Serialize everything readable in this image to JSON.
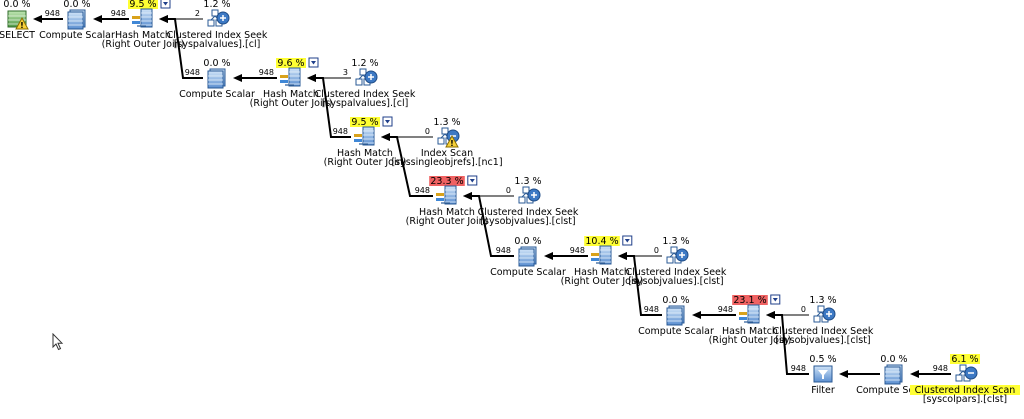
{
  "plan": {
    "colors": {
      "highlight_yellow": "#ffff33",
      "highlight_red": "#f06262",
      "arrow": "#000000",
      "icon_blue": "#2e6db4"
    },
    "nodes": [
      {
        "id": "select",
        "icon": "select-icon",
        "pct": "0.0 %",
        "hl": "none",
        "l1": "SELECT",
        "l2": "",
        "warn": true,
        "dropdown": false
      },
      {
        "id": "cs1",
        "icon": "compute-scalar-icon",
        "pct": "0.0 %",
        "hl": "none",
        "l1": "Compute Scalar",
        "l2": "",
        "warn": false,
        "dropdown": false
      },
      {
        "id": "hm1",
        "icon": "hash-match-icon",
        "pct": "9.5 %",
        "hl": "yellow",
        "l1": "Hash Match",
        "l2": "(Right Outer Join)",
        "warn": false,
        "dropdown": true
      },
      {
        "id": "cis1",
        "icon": "clustered-index-seek-icon",
        "pct": "1.2 %",
        "hl": "none",
        "l1": "Clustered Index Seek",
        "l2": "[syspalvalues].[cl]",
        "warn": false,
        "dropdown": false
      },
      {
        "id": "cs2",
        "icon": "compute-scalar-icon",
        "pct": "0.0 %",
        "hl": "none",
        "l1": "Compute Scalar",
        "l2": "",
        "warn": false,
        "dropdown": false
      },
      {
        "id": "hm2",
        "icon": "hash-match-icon",
        "pct": "9.6 %",
        "hl": "yellow",
        "l1": "Hash Match",
        "l2": "(Right Outer Join)",
        "warn": false,
        "dropdown": true
      },
      {
        "id": "cis2",
        "icon": "clustered-index-seek-icon",
        "pct": "1.2 %",
        "hl": "none",
        "l1": "Clustered Index Seek",
        "l2": "[syspalvalues].[cl]",
        "warn": false,
        "dropdown": false
      },
      {
        "id": "hm3",
        "icon": "hash-match-icon",
        "pct": "9.5 %",
        "hl": "yellow",
        "l1": "Hash Match",
        "l2": "(Right Outer Join)",
        "warn": false,
        "dropdown": true
      },
      {
        "id": "is1",
        "icon": "index-scan-icon",
        "pct": "1.3 %",
        "hl": "none",
        "l1": "Index Scan",
        "l2": "[syssingleobjrefs].[nc1]",
        "warn": true,
        "dropdown": false
      },
      {
        "id": "hm4",
        "icon": "hash-match-icon",
        "pct": "23.3 %",
        "hl": "red",
        "l1": "Hash Match",
        "l2": "(Right Outer Join)",
        "warn": false,
        "dropdown": true
      },
      {
        "id": "cis3",
        "icon": "clustered-index-seek-icon",
        "pct": "1.3 %",
        "hl": "none",
        "l1": "Clustered Index Seek",
        "l2": "[sysobjvalues].[clst]",
        "warn": false,
        "dropdown": false
      },
      {
        "id": "cs3",
        "icon": "compute-scalar-icon",
        "pct": "0.0 %",
        "hl": "none",
        "l1": "Compute Scalar",
        "l2": "",
        "warn": false,
        "dropdown": false
      },
      {
        "id": "hm5",
        "icon": "hash-match-icon",
        "pct": "10.4 %",
        "hl": "yellow",
        "l1": "Hash Match",
        "l2": "(Right Outer Join)",
        "warn": false,
        "dropdown": true
      },
      {
        "id": "cis4",
        "icon": "clustered-index-seek-icon",
        "pct": "1.3 %",
        "hl": "none",
        "l1": "Clustered Index Seek",
        "l2": "[sysobjvalues].[clst]",
        "warn": false,
        "dropdown": false
      },
      {
        "id": "cs4",
        "icon": "compute-scalar-icon",
        "pct": "0.0 %",
        "hl": "none",
        "l1": "Compute Scalar",
        "l2": "",
        "warn": false,
        "dropdown": false
      },
      {
        "id": "hm6",
        "icon": "hash-match-icon",
        "pct": "23.1 %",
        "hl": "red",
        "l1": "Hash Match",
        "l2": "(Right Outer Join)",
        "warn": false,
        "dropdown": true
      },
      {
        "id": "cis5",
        "icon": "clustered-index-seek-icon",
        "pct": "1.3 %",
        "hl": "none",
        "l1": "Clustered Index Seek",
        "l2": "[sysobjvalues].[clst]",
        "warn": false,
        "dropdown": false
      },
      {
        "id": "filter",
        "icon": "filter-icon",
        "pct": "0.5 %",
        "hl": "none",
        "l1": "Filter",
        "l2": "",
        "warn": false,
        "dropdown": false
      },
      {
        "id": "cs5",
        "icon": "compute-scalar-icon",
        "pct": "0.0 %",
        "hl": "none",
        "l1": "Compute Scalar",
        "l2": "",
        "warn": false,
        "dropdown": false
      },
      {
        "id": "cisc",
        "icon": "clustered-index-scan-icon",
        "pct": "6.1 %",
        "hl": "yellow",
        "l1": "Clustered Index Scan",
        "l2": "[syscolpars].[clst]",
        "warn": false,
        "dropdown": false,
        "l1hl": true
      }
    ],
    "edges": [
      {
        "from": "cs1",
        "to": "select",
        "rows": "948"
      },
      {
        "from": "hm1",
        "to": "cs1",
        "rows": "948"
      },
      {
        "from": "cis1",
        "to": "hm1",
        "rows": "2"
      },
      {
        "from": "cs2",
        "to": "hm1",
        "rows": "948"
      },
      {
        "from": "hm2",
        "to": "cs2",
        "rows": "948"
      },
      {
        "from": "cis2",
        "to": "hm2",
        "rows": "3"
      },
      {
        "from": "hm3",
        "to": "hm2",
        "rows": "948"
      },
      {
        "from": "is1",
        "to": "hm3",
        "rows": "0"
      },
      {
        "from": "hm4",
        "to": "hm3",
        "rows": "948"
      },
      {
        "from": "cis3",
        "to": "hm4",
        "rows": "0"
      },
      {
        "from": "cs3",
        "to": "hm4",
        "rows": "948"
      },
      {
        "from": "hm5",
        "to": "cs3",
        "rows": "948"
      },
      {
        "from": "cis4",
        "to": "hm5",
        "rows": "0"
      },
      {
        "from": "cs4",
        "to": "hm5",
        "rows": "948"
      },
      {
        "from": "hm6",
        "to": "cs4",
        "rows": "948"
      },
      {
        "from": "cis5",
        "to": "hm6",
        "rows": "0"
      },
      {
        "from": "filter",
        "to": "hm6",
        "rows": "948"
      },
      {
        "from": "cs5",
        "to": "filter",
        "rows": ""
      },
      {
        "from": "cisc",
        "to": "cs5",
        "rows": "948"
      }
    ]
  }
}
